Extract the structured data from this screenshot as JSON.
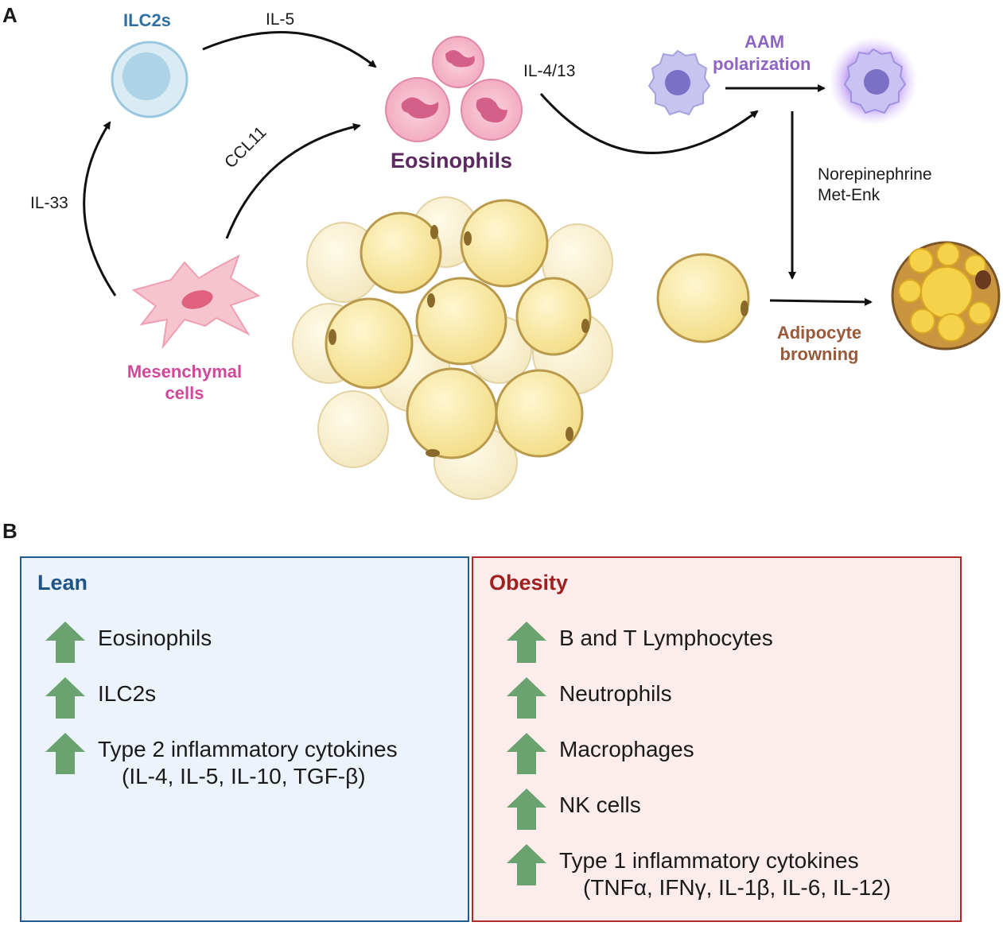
{
  "panel_a": {
    "letter": "A",
    "cells": {
      "ilc2s": "ILC2s",
      "eosinophils": "Eosinophils",
      "mesenchymal_line1": "Mesenchymal",
      "mesenchymal_line2": "cells",
      "aam_line1": "AAM",
      "aam_line2": "polarization",
      "browning_line1": "Adipocyte",
      "browning_line2": "browning"
    },
    "signals": {
      "il5": "IL-5",
      "il33": "IL-33",
      "ccl11": "CCL11",
      "il4_13": "IL-4/13",
      "norepinephrine": "Norepinephrine",
      "met_enk": "Met-Enk"
    }
  },
  "panel_b": {
    "letter": "B",
    "lean": {
      "title": "Lean",
      "items": [
        {
          "text": "Eosinophils",
          "sub": ""
        },
        {
          "text": "ILC2s",
          "sub": ""
        },
        {
          "text": "Type 2 inflammatory cytokines",
          "sub": "(IL-4, IL-5, IL-10, TGF-β)"
        }
      ]
    },
    "obesity": {
      "title": "Obesity",
      "items": [
        {
          "text": "B and T Lymphocytes",
          "sub": ""
        },
        {
          "text": "Neutrophils",
          "sub": ""
        },
        {
          "text": "Macrophages",
          "sub": ""
        },
        {
          "text": "NK cells",
          "sub": ""
        },
        {
          "text": "Type 1 inflammatory cytokines",
          "sub": "(TNFα, IFNγ, IL-1β, IL-6, IL-12)"
        }
      ]
    }
  },
  "colors": {
    "ilc2": "#2f6ea3",
    "eosinophil": "#5b2a5f",
    "mesenchymal": "#d1489a",
    "aam": "#8e63c2",
    "browning": "#9a5a3a",
    "lean_border": "#1f5c8c",
    "lean_bg": "#edf3fb",
    "lean_title": "#1f5487",
    "obesity_border": "#b02a2a",
    "obesity_bg": "#fdecec",
    "obesity_title": "#a11f1f",
    "up_arrow": "#6aa36f"
  }
}
